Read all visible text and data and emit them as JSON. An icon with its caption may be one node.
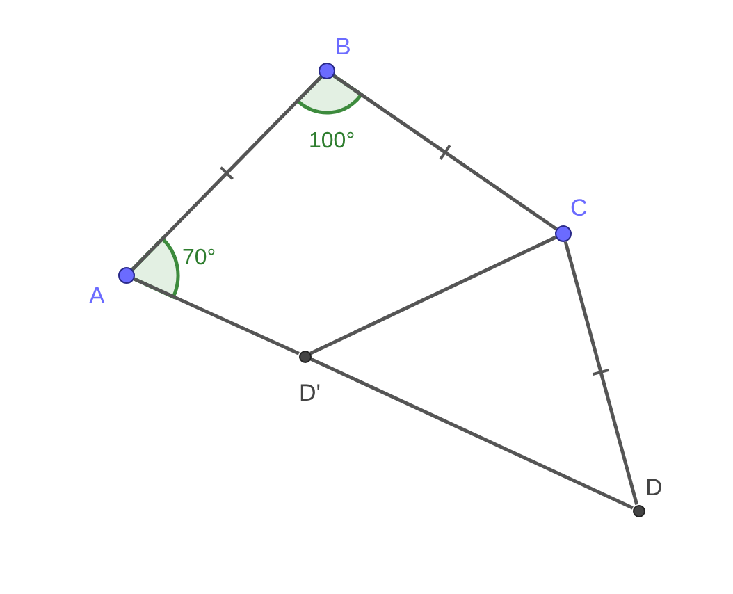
{
  "diagram": {
    "nodes": [
      {
        "text": [],
        "shape": "circle",
        "beside": [
          "A"
        ]
      },
      {
        "text": [],
        "shape": "circle",
        "beside": [
          "B"
        ]
      },
      {
        "text": [],
        "shape": "circle",
        "beside": [
          "C"
        ]
      },
      {
        "text": [],
        "shape": "circle",
        "beside": [
          "D'"
        ]
      },
      {
        "text": [],
        "shape": "circle",
        "beside": [
          "D"
        ]
      }
    ],
    "edges": [
      {
        "from": 0,
        "to": 1,
        "arrow": "none"
      },
      {
        "from": 1,
        "to": 2,
        "arrow": "none"
      },
      {
        "from": 2,
        "to": 4,
        "arrow": "none"
      },
      {
        "from": 0,
        "to": 3,
        "arrow": "none"
      },
      {
        "from": 3,
        "to": 4,
        "arrow": "none"
      },
      {
        "from": 3,
        "to": 2,
        "arrow": "none"
      }
    ],
    "labels": [
      "100°",
      "70°"
    ]
  }
}
